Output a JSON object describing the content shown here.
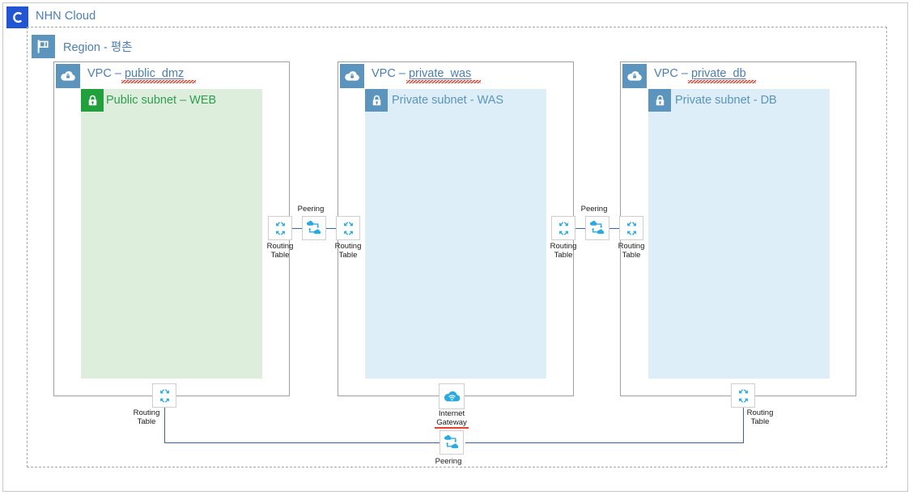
{
  "header": {
    "logo_icon": "nhn-c-logo-icon",
    "logo_letter": "C",
    "title": "NHN Cloud",
    "brand_color": "#2255d4",
    "text_color": "#4a7fb5"
  },
  "region": {
    "flag_icon": "flag-icon",
    "title": "Region - 평촌",
    "border_style": "dashed",
    "border_color": "#a8a8a8"
  },
  "vpcs": [
    {
      "id": "public-dmz",
      "icon": "cloud-lock-icon",
      "label_prefix": "VPC – ",
      "name": "public_dmz",
      "subnet": {
        "icon": "lock-icon",
        "label": "Public subnet – WEB",
        "type": "public",
        "fill": "#ddeedd",
        "icon_fill": "#21a03c",
        "text_color": "#2f9e4f"
      }
    },
    {
      "id": "private-was",
      "icon": "cloud-lock-icon",
      "label_prefix": "VPC – ",
      "name": "private_was",
      "subnet": {
        "icon": "lock-icon",
        "label": "Private subnet - WAS",
        "type": "private",
        "fill": "#ddeef8",
        "icon_fill": "#5b94bd",
        "text_color": "#5b94bd"
      }
    },
    {
      "id": "private-db",
      "icon": "cloud-lock-icon",
      "label_prefix": "VPC – ",
      "name": "private_db",
      "subnet": {
        "icon": "lock-icon",
        "label": "Private subnet - DB",
        "type": "private",
        "fill": "#ddeef8",
        "icon_fill": "#5b94bd",
        "text_color": "#5b94bd"
      }
    }
  ],
  "nodes": {
    "rt_dmz_right": {
      "icon": "routing-table-icon",
      "line1": "Routing",
      "line2": "Table"
    },
    "peering_dmz_was": {
      "icon": "peering-icon",
      "label": "Peering"
    },
    "rt_was_left": {
      "icon": "routing-table-icon",
      "line1": "Routing",
      "line2": "Table"
    },
    "rt_was_right": {
      "icon": "routing-table-icon",
      "line1": "Routing",
      "line2": "Table"
    },
    "peering_was_db": {
      "icon": "peering-icon",
      "label": "Peering"
    },
    "rt_db_left": {
      "icon": "routing-table-icon",
      "line1": "Routing",
      "line2": "Table"
    },
    "rt_bottom_left": {
      "icon": "routing-table-icon",
      "line1": "Routing",
      "line2": "Table"
    },
    "internet_gateway": {
      "icon": "internet-gateway-icon",
      "line1": "Internet",
      "line2": "Gateway"
    },
    "peering_bottom": {
      "icon": "peering-icon",
      "label": "Peering"
    },
    "rt_bottom_right": {
      "icon": "routing-table-icon",
      "line1": "Routing",
      "line2": "Table"
    }
  },
  "colors": {
    "icon_blue": "#29abe2",
    "line_blue": "#3a62a8",
    "line_gray": "#9b9b9b",
    "spellcheck_red": "#e8412c"
  }
}
